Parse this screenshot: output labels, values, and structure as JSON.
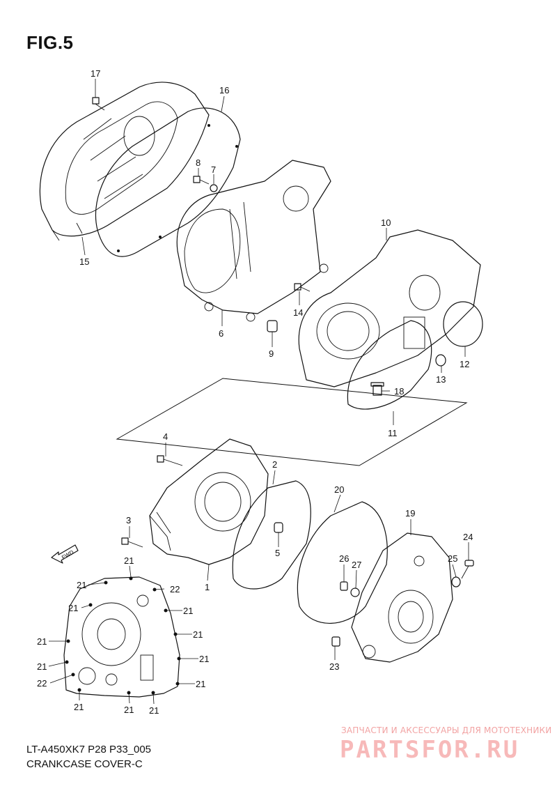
{
  "figure": {
    "title": "FIG.5",
    "code": "LT-A450XK7 P28 P33_005",
    "name": "CRANKCASE COVER-C"
  },
  "watermark": {
    "tagline": "ЗАПЧАСТИ И АКСЕССУАРЫ ДЛЯ МОТОТЕХНИКИ",
    "logo_text": "PARTSFOR.RU",
    "color": "#f2a3a3"
  },
  "direction_arrow": {
    "label": "FWD"
  },
  "parts": [
    {
      "n": "17"
    },
    {
      "n": "16"
    },
    {
      "n": "8"
    },
    {
      "n": "7"
    },
    {
      "n": "15"
    },
    {
      "n": "10"
    },
    {
      "n": "14"
    },
    {
      "n": "6"
    },
    {
      "n": "9"
    },
    {
      "n": "12"
    },
    {
      "n": "13"
    },
    {
      "n": "18"
    },
    {
      "n": "11"
    },
    {
      "n": "4"
    },
    {
      "n": "2"
    },
    {
      "n": "3"
    },
    {
      "n": "5"
    },
    {
      "n": "1"
    },
    {
      "n": "20"
    },
    {
      "n": "19"
    },
    {
      "n": "24"
    },
    {
      "n": "26"
    },
    {
      "n": "27"
    },
    {
      "n": "25"
    },
    {
      "n": "23"
    },
    {
      "n": "22"
    },
    {
      "n": "22"
    },
    {
      "n": "21"
    },
    {
      "n": "21"
    },
    {
      "n": "21"
    },
    {
      "n": "21"
    },
    {
      "n": "21"
    },
    {
      "n": "21"
    },
    {
      "n": "21"
    },
    {
      "n": "21"
    },
    {
      "n": "21"
    },
    {
      "n": "21"
    },
    {
      "n": "21"
    },
    {
      "n": "21"
    }
  ]
}
